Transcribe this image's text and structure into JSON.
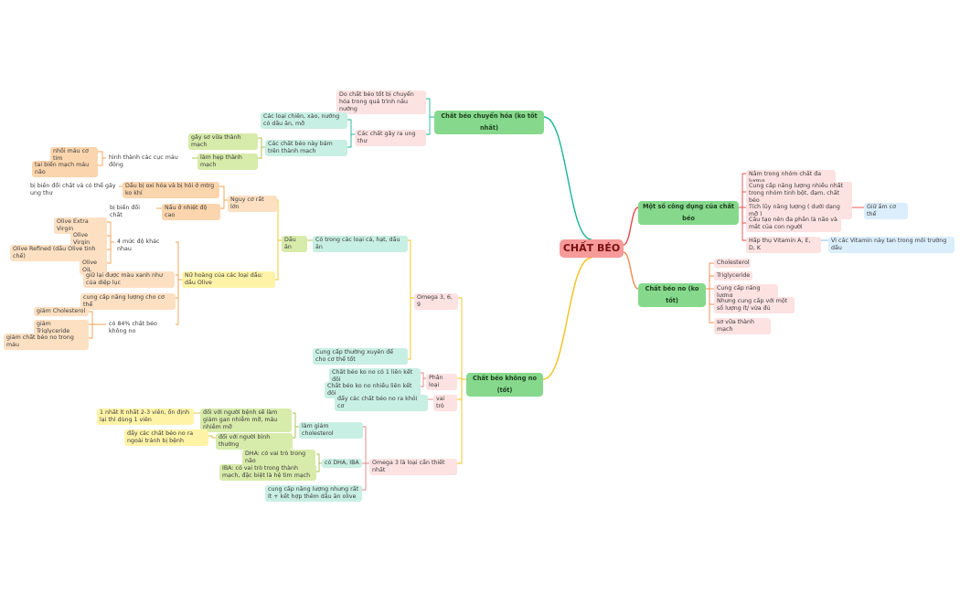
{
  "root": {
    "label": "CHẤT BÉO",
    "color": "#f28b8b"
  },
  "colors": {
    "trans": "#19b59a",
    "unsat": "#f2c21c",
    "sat": "#f28b50",
    "uses": "#e84a4a"
  },
  "right": {
    "uses": {
      "label": "Một số công dụng của chất béo",
      "items": [
        "Nằm trong nhóm chất đa lượng",
        "Cung cấp năng lượng nhiều nhất trong nhóm tinh bột, đạm, chất béo",
        "Tích lũy năng lượng ( dưới dạng mỡ )",
        "Giữ ấm cơ thể",
        "Cấu tạo nên đa phần là não và mắt của con người",
        "Hấp thụ Vitamin A, E, D, K",
        "Vì các Vitamin này tan trong môi trường dầu"
      ]
    },
    "saturated": {
      "label": "Chất béo no (ko tốt)",
      "items": [
        "Cholesterol",
        "Triglyceride",
        "Cung cấp năng lượng",
        "Nhưng cung cấp với một số lượng ít/ vừa đủ",
        "sơ vữa thành mạch"
      ]
    }
  },
  "trans": {
    "label": "Chất béo chuyển hóa (ko tốt nhất)",
    "origin": "Do chất béo tốt bị chuyển hóa trong quá trình nấu nướng",
    "cancer": "Các chất gây ra ung thư",
    "fried": "Các loại chiên, xào, nướng có dầu ăn, mỡ",
    "stick": "Các chất béo này bám trên thành mạch",
    "athero": "gây sơ vữa thành mạch",
    "narrow": "làm hẹp thành mạch",
    "clot": "hình thành các cục máu đông",
    "infarct": "nhồi máu cơ tim",
    "stroke": "tai biến mạch máu não"
  },
  "unsat": {
    "label": "Chất béo không no (tốt)",
    "omega": "Omega 3, 6, 9",
    "oils": "Có trong các loại cá, hạt, dầu ăn",
    "dauan": "Dầu ăn",
    "danger": "Nguy cơ rất lớn",
    "oxidize": "Dầu bị oxi hóa và bị hôi ở mtrg ko khí",
    "oxidize_note": "bị biến đổi chất và có thể gây ung thư",
    "heat": "Nấu ở nhiệt độ cao",
    "heat_note": "bị biến đổi chất",
    "olive": "Nữ hoàng của các loại dầu: dầu Olive",
    "grades": "4 mức độ khác nhau",
    "grade_items": [
      "Olive Extra Virgin",
      "Olive Virgin",
      "Olive Refined (dầu Olive tinh chế)",
      "Olive OiL"
    ],
    "green": "giữ lại được màu xanh như của diệp lục",
    "energy": "cung cấp năng lượng cho cơ thể",
    "pct": "có 84% chất béo không no",
    "pct_items": [
      "giảm Cholesterol",
      "giảm Triglyceride",
      "giảm chất béo no trong máu"
    ],
    "supply": "Cung cấp thường xuyên để cho cơ thể tốt",
    "classify": "Phân loại",
    "class_items": [
      "Chất béo ko no có 1 liên kết đôi",
      "Chất béo ko no nhiều liên kết đôi"
    ],
    "role": "vai trò",
    "role_item": "đẩy các chất béo no ra khỏi cơ",
    "omega3": "Omega 3 là loại cần thiết nhất",
    "chol": "làm giảm cholesterol",
    "sick": "đối với người bệnh sẽ làm giảm gan nhiễm mỡ, máu nhiễm mỡ",
    "sick_note": "1 nhất ít nhất 2-3 viên, ổn định lại thì dùng 1 viên",
    "normal": "đối với người bình thường",
    "normal_note": "đẩy các chất béo no ra ngoài tránh bị bệnh",
    "dha": "có DHA, IBA",
    "dha_items": [
      "DHA: có vai trò trong não",
      "IBA: có vai trò trong thành mạch, đặc biệt là hệ tim mạch"
    ],
    "combo": "cung cấp năng lượng nhưng rất ít + kết hợp thêm dầu ăn olive"
  }
}
